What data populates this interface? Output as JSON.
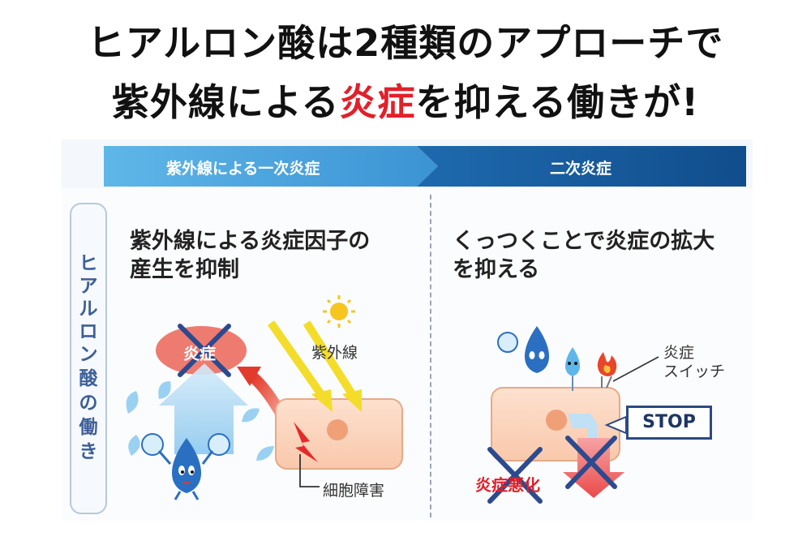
{
  "headline": {
    "line1": "ヒアルロン酸は2種類のアプローチで",
    "line2_pre": "紫外線による",
    "line2_red": "炎症",
    "line2_post": "を抑える働きが!"
  },
  "phase_bar": {
    "primary": "紫外線による一次炎症",
    "secondary": "二次炎症"
  },
  "sidebar_chars": [
    "ヒ",
    "ア",
    "ル",
    "ロ",
    "ン",
    "酸",
    "の",
    "働",
    "き"
  ],
  "left_panel": {
    "subtitle_line1": "紫外線による炎症因子の",
    "subtitle_line2": "産生を抑制",
    "inflammation_label": "炎症",
    "uv_label": "紫外線",
    "cell_damage_label": "細胞障害"
  },
  "right_panel": {
    "subtitle_line1": "くっつくことで炎症の拡大",
    "subtitle_line2": "を抑える",
    "switch_label_line1": "炎症",
    "switch_label_line2": "スイッチ",
    "stop_label": "STOP",
    "worsening_label": "炎症悪化"
  },
  "colors": {
    "accent_red": "#e1202a",
    "bar_light": "#4aa3dc",
    "bar_dark": "#175a9c",
    "sidebar_text": "#3d5f96"
  },
  "icons": [
    "sun-icon",
    "droplet-character-icon",
    "cross-mark-icon",
    "lightning-icon",
    "flame-icon"
  ]
}
